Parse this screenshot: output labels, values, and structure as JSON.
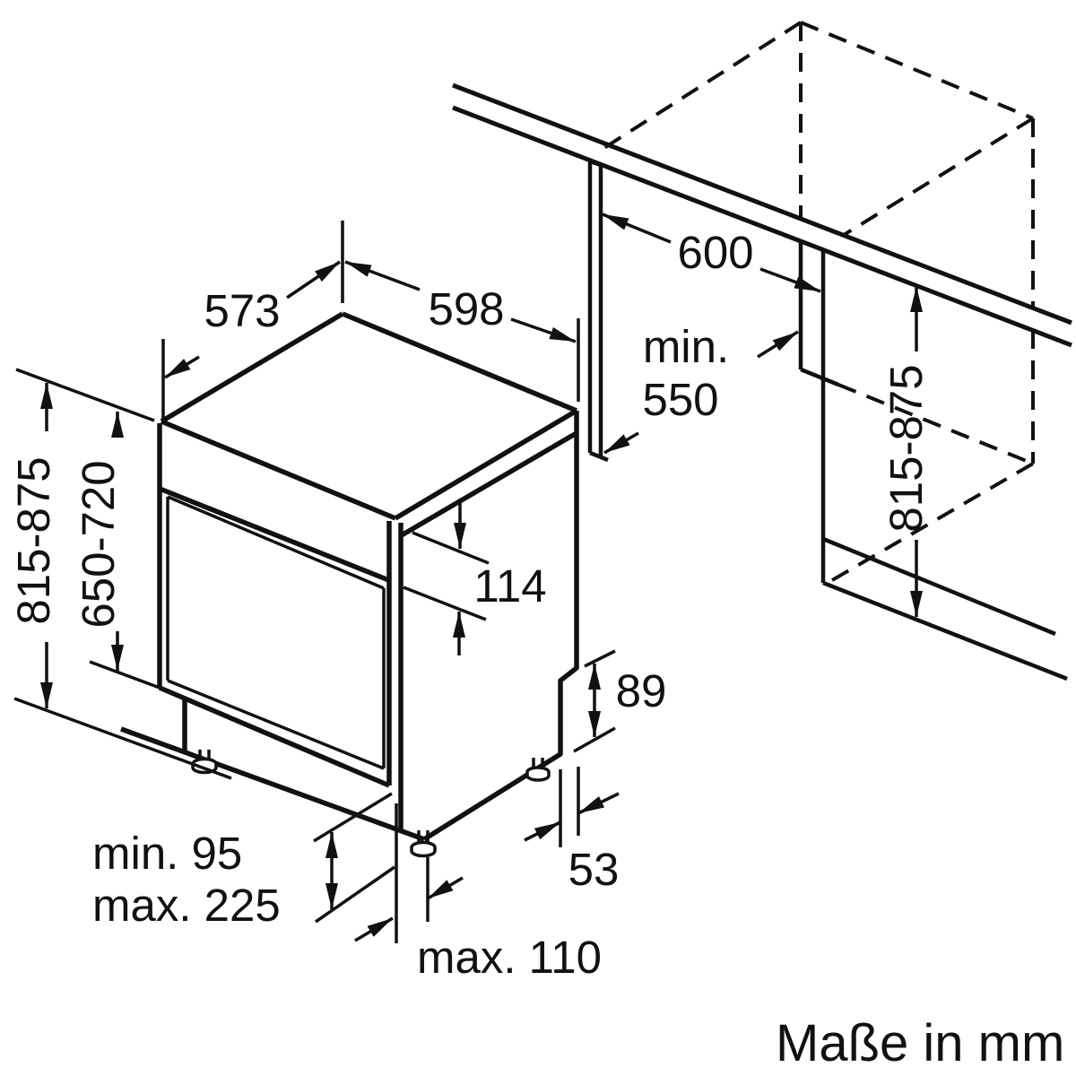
{
  "diagram": {
    "units_note": "Maße in mm",
    "colors": {
      "line": "#111111",
      "background": "#ffffff"
    },
    "dimensions": {
      "top_depth": "573",
      "top_width": "598",
      "niche_width": "600",
      "niche_depth_prefix": "min.",
      "niche_depth": "550",
      "appliance_height": "815-875",
      "door_panel_height": "650-720",
      "control_panel_height": "114",
      "niche_height": "815-875",
      "rear_recess_height": "89",
      "rear_recess_depth": "53",
      "plinth_height_min": "min. 95",
      "plinth_height_max": "max. 225",
      "plinth_recess_max": "max. 110"
    }
  }
}
